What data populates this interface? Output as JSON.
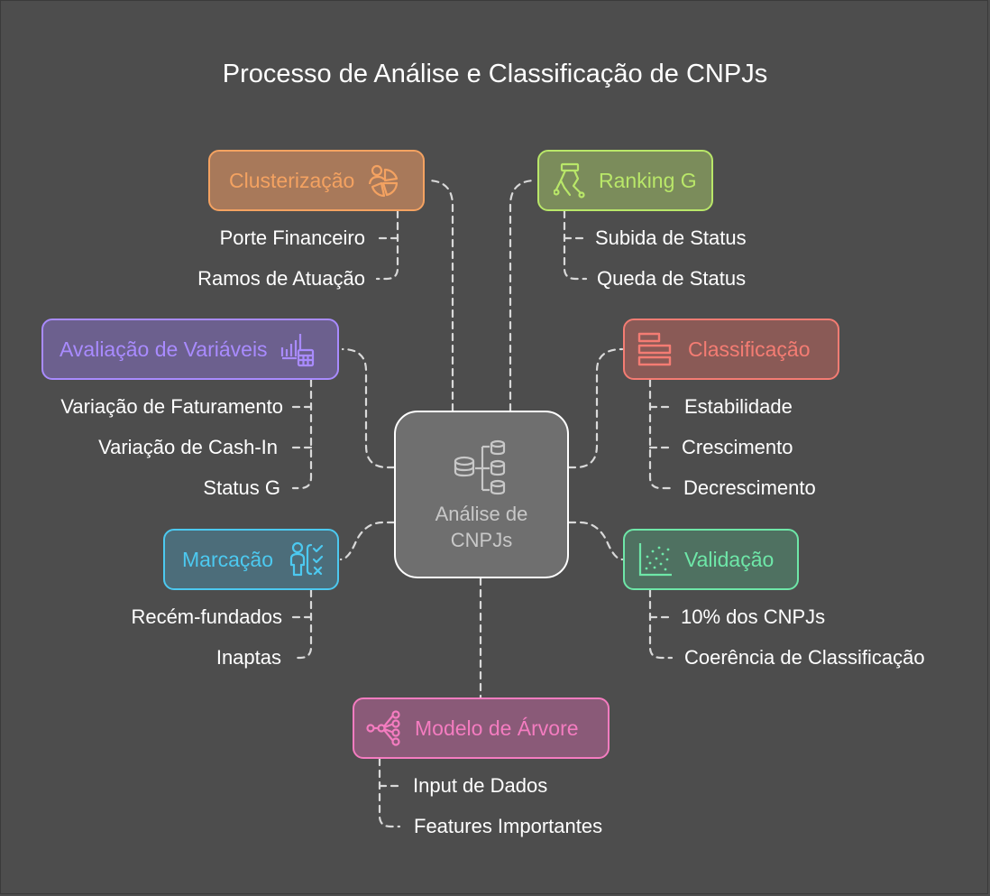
{
  "title": "Processo de Análise e Classificação de CNPJs",
  "center": {
    "line1": "Análise de",
    "line2": "CNPJs",
    "icon": "database-icon"
  },
  "nodes": {
    "clusterizacao": {
      "label": "Clusterização",
      "color": "#f4a261",
      "bg": "#a8795a",
      "icon": "pie-chart-user-icon",
      "items": [
        "Porte Financeiro",
        "Ramos de Atuação"
      ]
    },
    "ranking": {
      "label": "Ranking G",
      "color": "#b9e769",
      "bg": "#7b8c5b",
      "icon": "rank-climb-icon",
      "items": [
        "Subida de Status",
        "Queda de Status"
      ]
    },
    "avaliacao": {
      "label": "Avaliação de Variáveis",
      "color": "#a98bff",
      "bg": "#6c608e",
      "icon": "bar-chart-calculator-icon",
      "items": [
        "Variação de Faturamento",
        "Variação de Cash-In",
        "Status G"
      ]
    },
    "classificacao": {
      "label": "Classificação",
      "color": "#f47c73",
      "bg": "#8a5a56",
      "icon": "list-bars-icon",
      "items": [
        "Estabilidade",
        "Crescimento",
        "Decrescimento"
      ]
    },
    "marcacao": {
      "label": "Marcação",
      "color": "#4cc9f0",
      "bg": "#4c6d7a",
      "icon": "person-checklist-icon",
      "items": [
        "Recém-fundados",
        "Inaptas"
      ]
    },
    "validacao": {
      "label": "Validação",
      "color": "#6ee7a8",
      "bg": "#4f7161",
      "icon": "scatter-plot-icon",
      "items": [
        "10% dos CNPJs",
        "Coerência de Classificação"
      ]
    },
    "arvore": {
      "label": "Modelo de Árvore",
      "color": "#f47cc0",
      "bg": "#8a5a78",
      "icon": "tree-network-icon",
      "items": [
        "Input de Dados",
        "Features Importantes"
      ]
    }
  }
}
